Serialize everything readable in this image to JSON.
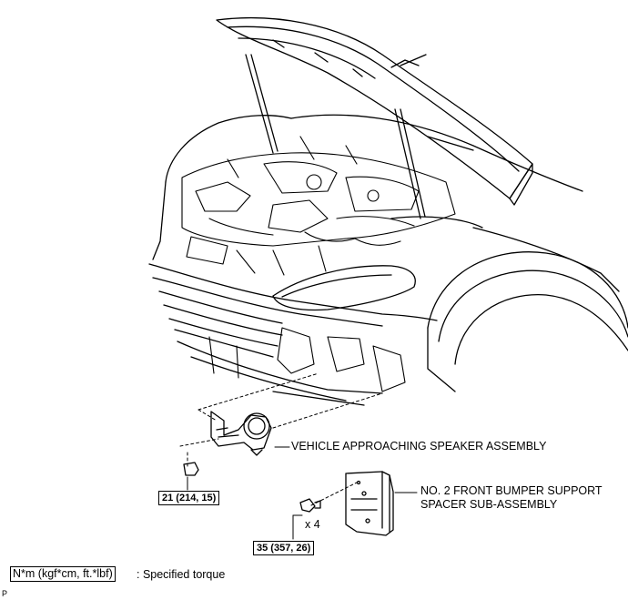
{
  "labels": {
    "speaker": "VEHICLE APPROACHING SPEAKER ASSEMBLY",
    "spacer_line1": "NO. 2 FRONT BUMPER SUPPORT",
    "spacer_line2": "SPACER SUB-ASSEMBLY",
    "quantity": "x 4"
  },
  "torques": {
    "speaker_bolt": "21 (214, 15)",
    "spacer_bolt": "35 (357, 26)"
  },
  "legend": {
    "unit": "N*m (kgf*cm, ft.*lbf)",
    "description": ": Specified torque"
  },
  "corner_mark": "P"
}
